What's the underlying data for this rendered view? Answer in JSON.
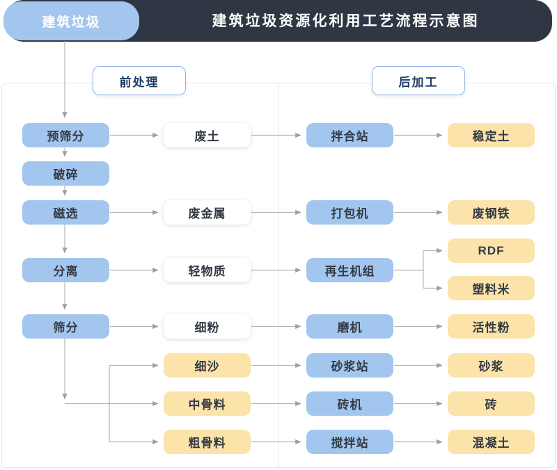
{
  "header": {
    "tab_label": "建筑垃圾",
    "title": "建筑垃圾资源化利用工艺流程示意图"
  },
  "sections": {
    "pre": "前处理",
    "post": "后加工"
  },
  "nodes": {
    "col1": [
      "预筛分",
      "破碎",
      "磁选",
      "分离",
      "筛分"
    ],
    "col2": [
      "废土",
      "废金属",
      "轻物质",
      "细粉",
      "细沙",
      "中骨料",
      "粗骨料"
    ],
    "col3": [
      "拌合站",
      "打包机",
      "再生机组",
      "磨机",
      "砂浆站",
      "砖机",
      "搅拌站"
    ],
    "col4": [
      "稳定土",
      "废钢铁",
      "RDF",
      "塑料米",
      "活性粉",
      "砂浆",
      "砖",
      "混凝土"
    ]
  },
  "edges": [
    {
      "from": "建筑垃圾",
      "to": "预筛分"
    },
    {
      "from": "预筛分",
      "to": "破碎"
    },
    {
      "from": "破碎",
      "to": "磁选"
    },
    {
      "from": "磁选",
      "to": "分离"
    },
    {
      "from": "分离",
      "to": "筛分"
    },
    {
      "from": "预筛分",
      "to": "废土"
    },
    {
      "from": "磁选",
      "to": "废金属"
    },
    {
      "from": "分离",
      "to": "轻物质"
    },
    {
      "from": "筛分",
      "to": "细粉"
    },
    {
      "from": "筛分",
      "to": "细沙"
    },
    {
      "from": "筛分",
      "to": "中骨料"
    },
    {
      "from": "筛分",
      "to": "粗骨料"
    },
    {
      "from": "废土",
      "to": "拌合站"
    },
    {
      "from": "废金属",
      "to": "打包机"
    },
    {
      "from": "轻物质",
      "to": "再生机组"
    },
    {
      "from": "细粉",
      "to": "磨机"
    },
    {
      "from": "细沙",
      "to": "砂浆站"
    },
    {
      "from": "中骨料",
      "to": "砖机"
    },
    {
      "from": "粗骨料",
      "to": "搅拌站"
    },
    {
      "from": "拌合站",
      "to": "稳定土"
    },
    {
      "from": "打包机",
      "to": "废钢铁"
    },
    {
      "from": "再生机组",
      "to": "RDF"
    },
    {
      "from": "再生机组",
      "to": "塑料米"
    },
    {
      "from": "磨机",
      "to": "活性粉"
    },
    {
      "from": "砂浆站",
      "to": "砂浆"
    },
    {
      "from": "砖机",
      "to": "砖"
    },
    {
      "from": "搅拌站",
      "to": "混凝土"
    }
  ],
  "colors": {
    "header_bar": "#2e3743",
    "header_text": "#ffffff",
    "tab_blue": "#a3c6ee",
    "node_blue": "#a3c6ee",
    "node_yellow": "#fbe3a9",
    "node_white": "#ffffff",
    "section_border": "#8fb3e8",
    "section_text": "#1e3c64",
    "connector": "#b2b5bb",
    "panel_border": "#e4e4f0"
  }
}
